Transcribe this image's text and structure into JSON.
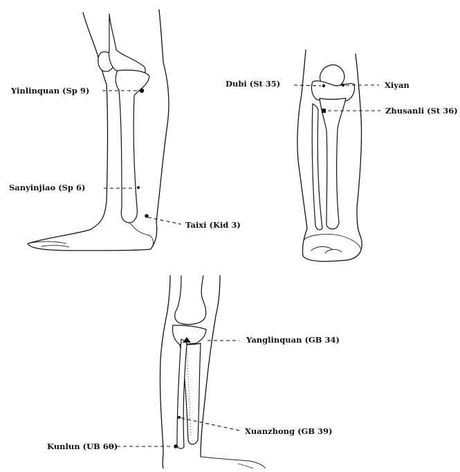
{
  "figures": [
    {
      "view": "medial",
      "points": [
        {
          "label": "Yinlinquan (Sp 9)"
        },
        {
          "label": "Sanyinjiao (Sp 6)"
        },
        {
          "label": "Taixi (Kid 3)"
        }
      ]
    },
    {
      "view": "anterior",
      "points": [
        {
          "label": "Dubi (St 35)"
        },
        {
          "label": "Xiyan"
        },
        {
          "label": "Zhusanli (St 36)"
        }
      ]
    },
    {
      "view": "lateral",
      "points": [
        {
          "label": "Yanglinquan (GB 34)"
        },
        {
          "label": "Xuanzhong (GB 39)"
        },
        {
          "label": "Kunlun (UB 60)"
        }
      ]
    }
  ]
}
